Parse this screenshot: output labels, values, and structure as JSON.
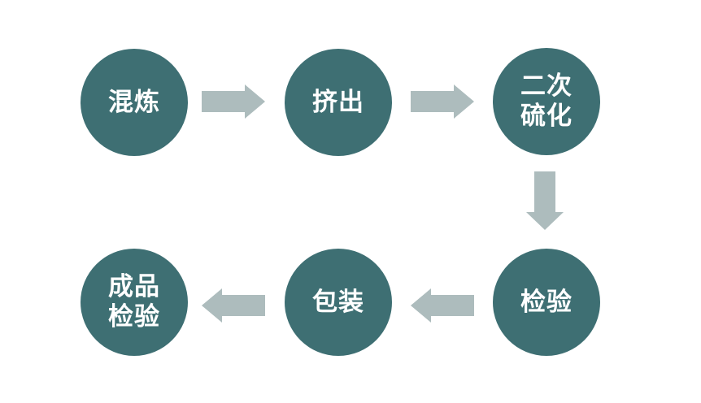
{
  "diagram": {
    "type": "flowchart",
    "background_color": "#ffffff",
    "node_color": "#3e6f73",
    "arrow_color": "#adbcbd",
    "text_color": "#ffffff",
    "nodes": [
      {
        "id": "mixing",
        "label": "混炼"
      },
      {
        "id": "extrusion",
        "label": "挤出"
      },
      {
        "id": "secondary-vulcanization",
        "label": "二次\n硫化"
      },
      {
        "id": "inspection",
        "label": "检验"
      },
      {
        "id": "packaging",
        "label": "包装"
      },
      {
        "id": "final-product-inspection",
        "label": "成品\n检验"
      }
    ],
    "edges": [
      {
        "from": "mixing",
        "to": "extrusion",
        "direction": "right"
      },
      {
        "from": "extrusion",
        "to": "secondary-vulcanization",
        "direction": "right"
      },
      {
        "from": "secondary-vulcanization",
        "to": "inspection",
        "direction": "down"
      },
      {
        "from": "inspection",
        "to": "packaging",
        "direction": "left"
      },
      {
        "from": "packaging",
        "to": "final-product-inspection",
        "direction": "left"
      }
    ]
  }
}
